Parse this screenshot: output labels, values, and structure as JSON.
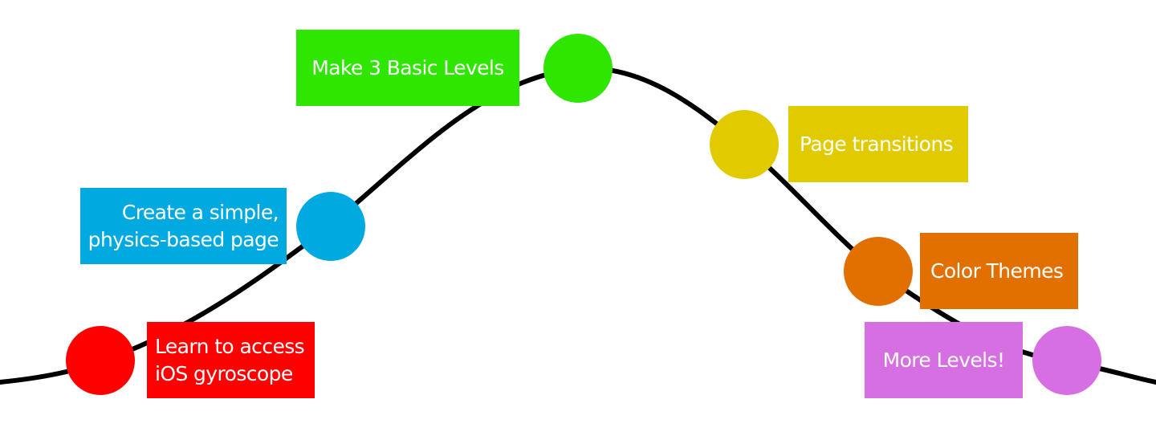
{
  "milestones": [
    {
      "key": "gyroscope",
      "lines": [
        "Learn to access",
        "iOS gyroscope"
      ],
      "color": "#ff0000",
      "dot_color": "#ff0000"
    },
    {
      "key": "physics-page",
      "lines": [
        "Create a simple,",
        "physics-based page"
      ],
      "color": "#00a9e0",
      "dot_color": "#00a9e0"
    },
    {
      "key": "basic-levels",
      "lines": [
        "Make 3 Basic Levels"
      ],
      "color": "#2ee600",
      "dot_color": "#2ee600"
    },
    {
      "key": "page-transitions",
      "lines": [
        "Page transitions"
      ],
      "color": "#e1cb00",
      "dot_color": "#e1cb00"
    },
    {
      "key": "color-themes",
      "lines": [
        "Color Themes"
      ],
      "color": "#e27000",
      "dot_color": "#e27000"
    },
    {
      "key": "more-levels",
      "lines": [
        "More Levels!"
      ],
      "color": "#d56fe2",
      "dot_color": "#d56fe2"
    }
  ],
  "curve_color": "#000000"
}
